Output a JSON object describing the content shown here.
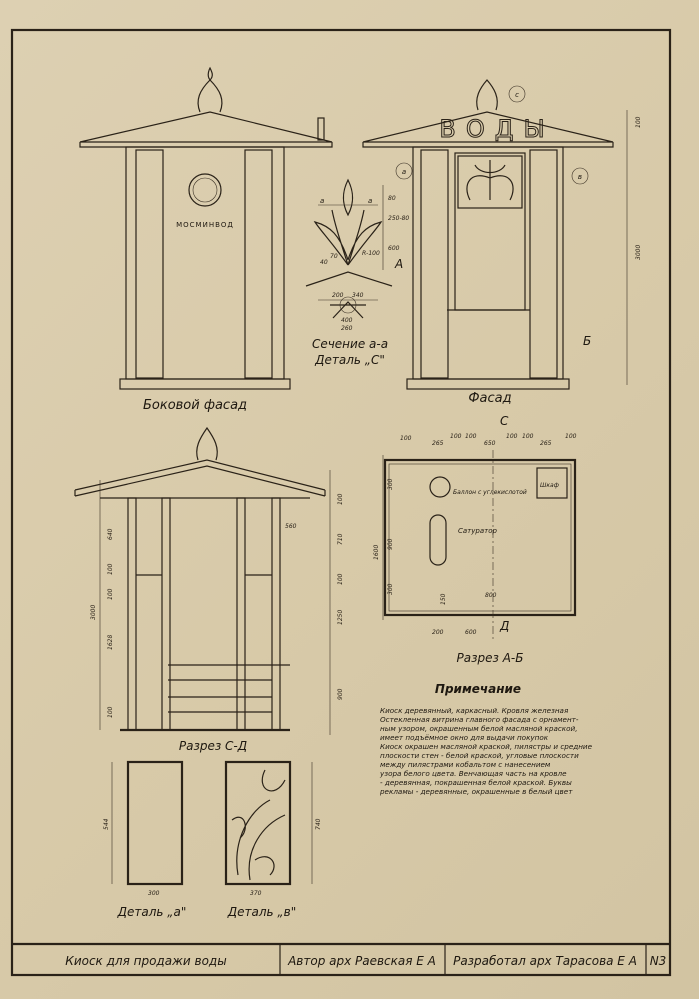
{
  "drawings": {
    "side_facade": {
      "title": "Боковой фасад",
      "sign": "МОСМИНВОД"
    },
    "front_facade": {
      "title": "Фасад",
      "sign": "ВОДЫ",
      "markers": [
        "а",
        "в",
        "с"
      ],
      "side_label": "Б"
    },
    "detail_c": {
      "section_title": "Сечение а-а",
      "title": "Деталь „С\"",
      "section_marks": [
        "а",
        "а"
      ],
      "side_label": "А",
      "dims": [
        "80",
        "250-80",
        "600",
        "R-100",
        "70",
        "40",
        "200",
        "340",
        "400",
        "260"
      ]
    },
    "section_cd": {
      "title": "Разрез С-Д",
      "dims": [
        "3000",
        "640",
        "100",
        "100",
        "1628",
        "100",
        "560",
        "1250",
        "900",
        "100",
        "710",
        "100"
      ]
    },
    "plan_ab": {
      "title": "Разрез А-Б",
      "labels": {
        "cylinder": "Баллон с углекислотой",
        "saturator": "Сатуратор",
        "cabinet": "Шкаф"
      },
      "marks": [
        "С",
        "Д"
      ],
      "dims": [
        "100",
        "265",
        "100",
        "100",
        "650",
        "100",
        "100",
        "265",
        "100",
        "1600",
        "300",
        "900",
        "300",
        "800",
        "150",
        "200",
        "600"
      ]
    },
    "detail_a": {
      "title": "Деталь „а\"",
      "dims": [
        "544",
        "300"
      ]
    },
    "detail_v": {
      "title": "Деталь „в\"",
      "dims": [
        "740",
        "370"
      ]
    },
    "front_dims": [
      "100",
      "3000"
    ]
  },
  "note": {
    "title": "Примечание",
    "lines": [
      "Киоск деревянный, каркасный. Кровля железная",
      "Остекленная витрина главного фасада с орнамент-",
      "ным узором, окрашенным белой масляной краской,",
      "имеет подъёмное окно для выдачи покупок",
      "Киоск окрашен масляной краской, пилястры и средние",
      "плоскости стен - белой краской, угловые плоскости",
      "между пилястрами кобальтом с нанесением",
      "узора белого цвета. Венчающая часть на кровле",
      "- деревянная, покрашенная белой краской. Буквы",
      "рекламы - деревянные, окрашенные в белый цвет"
    ]
  },
  "title_block": {
    "name": "Киоск для продажи воды",
    "author": "Автор арх Раевская Е А",
    "developer": "Разработал арх Тарасова Е А",
    "sheet": "N3"
  }
}
